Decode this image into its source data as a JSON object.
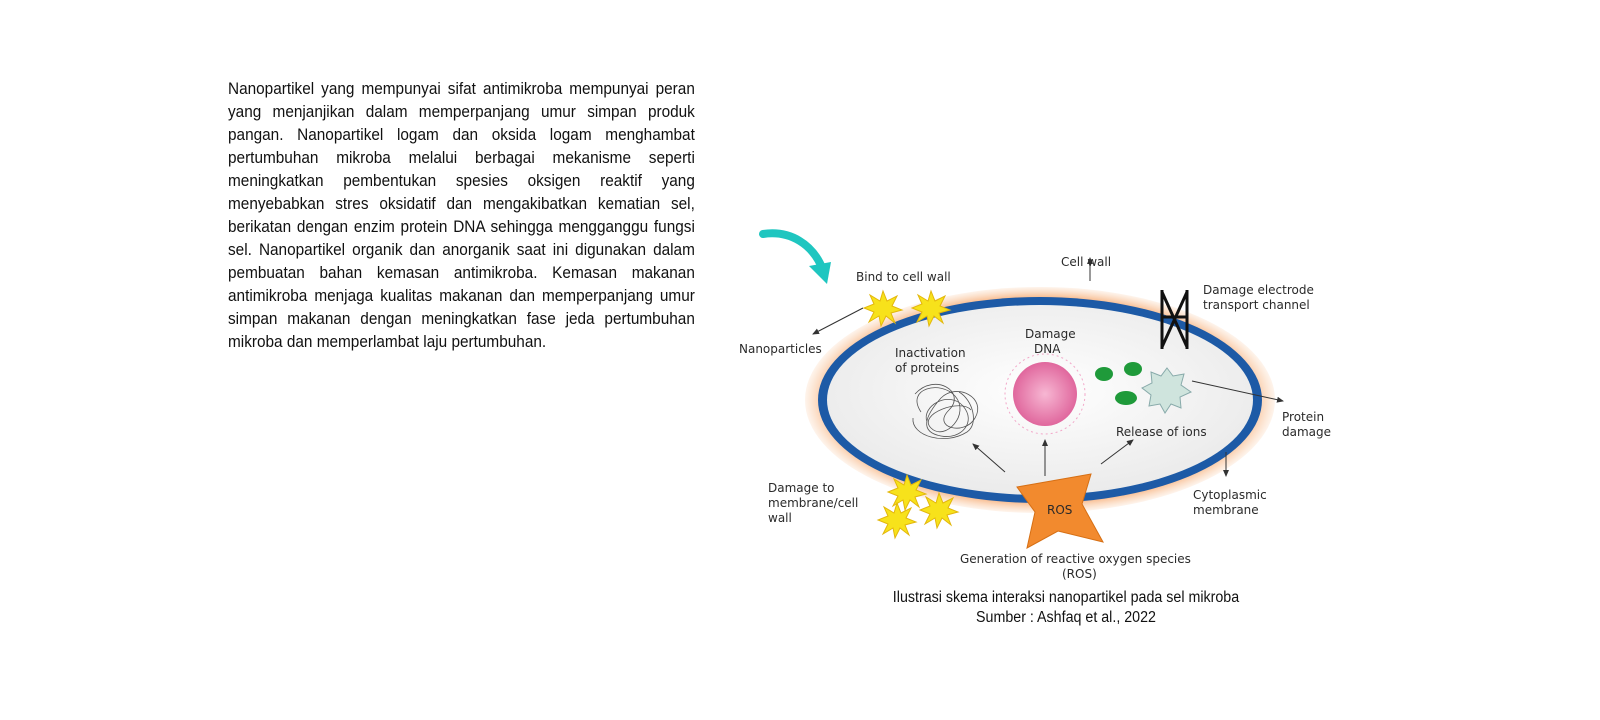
{
  "paragraph": "Nanopartikel yang mempunyai sifat antimikroba mempunyai peran yang menjanjikan dalam memperpanjang umur simpan produk pangan. Nanopartikel logam dan oksida logam menghambat pertumbuhan mikroba melalui berbagai mekanisme seperti meningkatkan pembentukan spesies oksigen reaktif yang menyebabkan stres oksidatif dan mengakibatkan kematian sel, berikatan dengan enzim protein DNA sehingga mengganggu fungsi sel. Nanopartikel organik dan anorganik saat ini digunakan dalam pembuatan bahan kemasan antimikroba. Kemasan makanan antimikroba menjaga kualitas makanan dan memperpanjang umur simpan makanan dengan meningkatkan fase jeda pertumbuhan mikroba dan memperlambat laju pertumbuhan.",
  "diagram": {
    "labels": {
      "cell_wall": "Cell wall",
      "bind_to_cell_wall": "Bind to cell wall",
      "damage_electrode_1": "Damage electrode",
      "damage_electrode_2": "transport channel",
      "nanoparticles": "Nanoparticles",
      "inactivation_1": "Inactivation",
      "inactivation_2": "of proteins",
      "damage_dna_1": "Damage",
      "damage_dna_2": "DNA",
      "protein_damage_1": "Protein",
      "protein_damage_2": "damage",
      "release_of_ions": "Release of ions",
      "damage_membrane_1": "Damage to",
      "damage_membrane_2": "membrane/cell",
      "damage_membrane_3": "wall",
      "cytoplasmic_1": "Cytoplasmic",
      "cytoplasmic_2": "membrane",
      "ros": "ROS",
      "generation_1": "Generation of reactive oxygen species",
      "generation_2": "(ROS)"
    },
    "colors": {
      "accent_arrow": "#1fc6c0",
      "cell_halo": "#f6a56a",
      "cell_wall": "#1d5aa6",
      "nanoparticle": "#f7e21b",
      "ros_star": "#f28a2e",
      "dna": "#ee86b5",
      "ions": "#1f9a3a"
    },
    "icons": {
      "pointer_arrow": "curved-arrow-icon",
      "channel": "transport-channel-icon",
      "protein_tangle": "tangled-protein-icon"
    }
  },
  "caption": {
    "line1": "Ilustrasi skema interaksi nanopartikel pada sel mikroba",
    "line2": "Sumber : Ashfaq et al., 2022"
  }
}
